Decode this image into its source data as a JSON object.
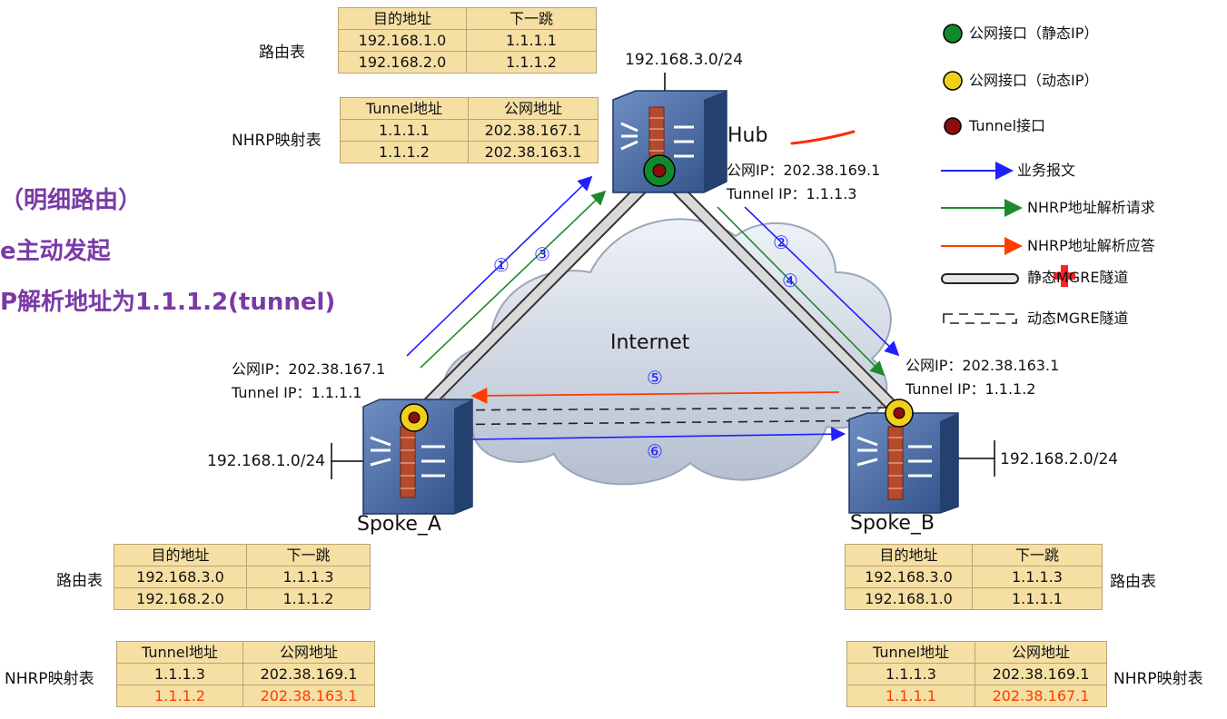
{
  "left_notes": [
    "（明细路由）",
    "e主动发起",
    "P解析地址为1.1.1.2(tunnel)"
  ],
  "hub": {
    "name": "Hub",
    "subnet": "192.168.3.0/24",
    "public_ip": "公网IP：202.38.169.1",
    "tunnel_ip": "Tunnel IP：1.1.1.3",
    "route_label": "路由表",
    "nhrp_label": "NHRP映射表",
    "route_header": [
      "目的地址",
      "下一跳"
    ],
    "route_rows": [
      [
        "192.168.1.0",
        "1.1.1.1"
      ],
      [
        "192.168.2.0",
        "1.1.1.2"
      ]
    ],
    "nhrp_header": [
      "Tunnel地址",
      "公网地址"
    ],
    "nhrp_rows": [
      [
        "1.1.1.1",
        "202.38.167.1"
      ],
      [
        "1.1.1.2",
        "202.38.163.1"
      ]
    ]
  },
  "spoke_a": {
    "name": "Spoke_A",
    "subnet": "192.168.1.0/24",
    "public_ip": "公网IP：202.38.167.1",
    "tunnel_ip": "Tunnel IP：1.1.1.1",
    "route_label": "路由表",
    "nhrp_label": "NHRP映射表",
    "route_header": [
      "目的地址",
      "下一跳"
    ],
    "route_rows": [
      [
        "192.168.3.0",
        "1.1.1.3"
      ],
      [
        "192.168.2.0",
        "1.1.1.2"
      ]
    ],
    "nhrp_header": [
      "Tunnel地址",
      "公网地址"
    ],
    "nhrp_rows": [
      [
        "1.1.1.3",
        "202.38.169.1"
      ],
      [
        "1.1.1.2",
        "202.38.163.1"
      ]
    ]
  },
  "spoke_b": {
    "name": "Spoke_B",
    "subnet": "192.168.2.0/24",
    "public_ip": "公网IP：202.38.163.1",
    "tunnel_ip": "Tunnel IP：1.1.1.2",
    "route_label": "路由表",
    "nhrp_label": "NHRP映射表",
    "route_header": [
      "目的地址",
      "下一跳"
    ],
    "route_rows": [
      [
        "192.168.3.0",
        "1.1.1.3"
      ],
      [
        "192.168.1.0",
        "1.1.1.1"
      ]
    ],
    "nhrp_header": [
      "Tunnel地址",
      "公网地址"
    ],
    "nhrp_rows": [
      [
        "1.1.1.3",
        "202.38.169.1"
      ],
      [
        "1.1.1.1",
        "202.38.167.1"
      ]
    ]
  },
  "cloud_label": "Internet",
  "steps": [
    "①",
    "②",
    "③",
    "④",
    "⑤",
    "⑥"
  ],
  "legend": {
    "static_ip": "公网接口（静态IP）",
    "dynamic_ip": "公网接口（动态IP）",
    "tunnel_if": "Tunnel接口",
    "business": "业务报文",
    "nhrp_request": "NHRP地址解析请求",
    "nhrp_reply": "NHRP地址解析应答",
    "static_mgre": "静态MGRE隧道",
    "dynamic_mgre": "动态MGRE隧道"
  },
  "colors": {
    "business": "#1f1fff",
    "request": "#1e8a2e",
    "reply": "#ff3b00",
    "static_if": "#118a2b",
    "dynamic_if": "#f2cf1a",
    "tunnel_if": "#8b0d0d",
    "left_note": "#7a3aa6",
    "table_bg": "#f5dfa3"
  }
}
